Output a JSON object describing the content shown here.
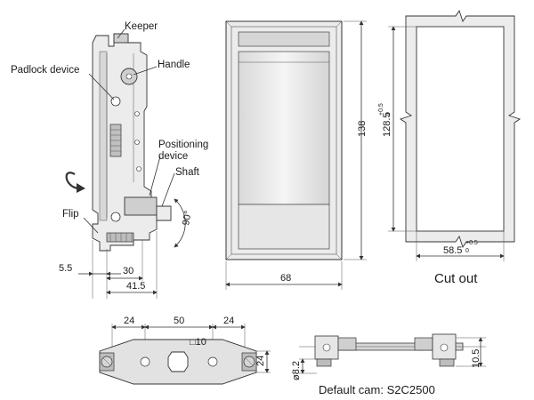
{
  "labels": {
    "keeper": "Keeper",
    "padlock": "Padlock device",
    "handle": "Handle",
    "positioning": "Positioning",
    "device": "device",
    "shaft": "Shaft",
    "flip": "Flip",
    "angle": "90°"
  },
  "side_dims": {
    "d1": "5.5",
    "d2": "30",
    "d3": "41.5"
  },
  "front_dims": {
    "height": "138",
    "width": "68"
  },
  "cutout": {
    "height": "128.5",
    "height_tol_top": "+0.5",
    "height_tol_bottom": "0",
    "width": "58.5",
    "width_tol_top": "+0.5",
    "width_tol_bottom": "0",
    "caption": "Cut out"
  },
  "cam_dims": {
    "left": "24",
    "mid": "50",
    "right": "24",
    "square": "□10",
    "side": "24"
  },
  "cam_side_dims": {
    "dia": "ø8.2",
    "height": "10.5"
  },
  "caption": "Default cam: S2C2500"
}
